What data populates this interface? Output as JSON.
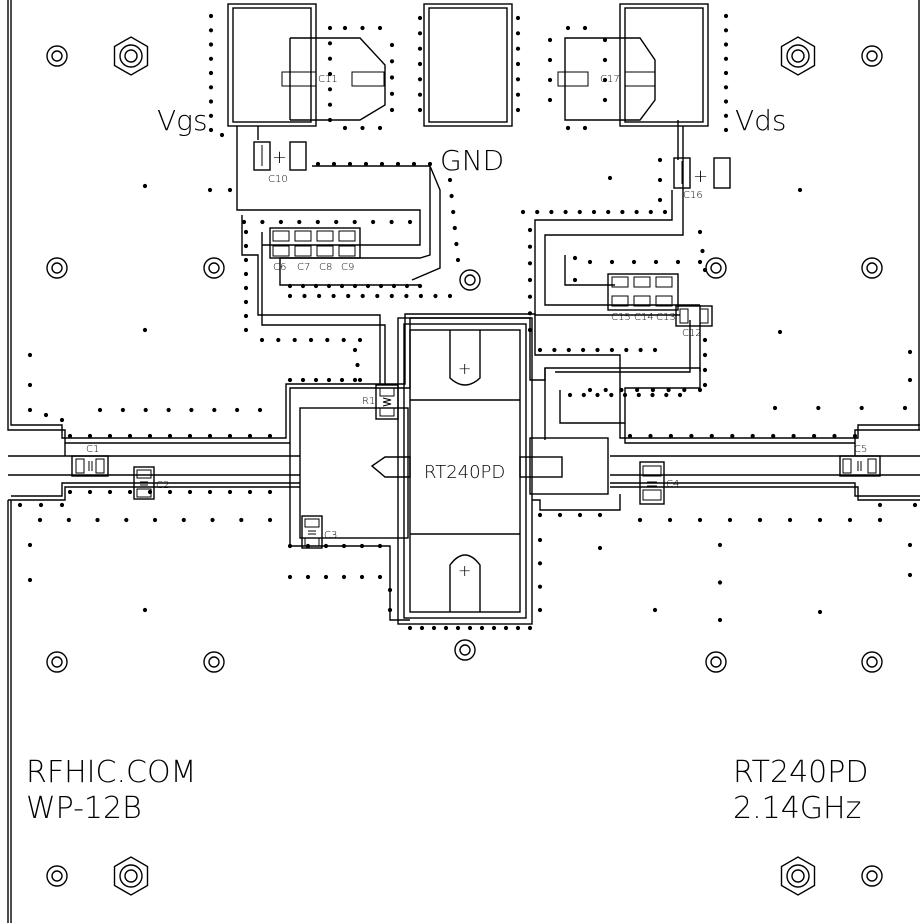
{
  "board": {
    "top_labels": {
      "vgs": "Vgs",
      "gnd": "GND",
      "vds": "Vds"
    },
    "ic_label": "RT240PD",
    "left_text": {
      "line1": "RFHIC.COM",
      "line2": "WP-12B"
    },
    "right_text": {
      "line1": "RT240PD",
      "line2": "2.14GHz"
    },
    "polarity_symbol": "+",
    "components": {
      "c1": "C1",
      "c2": "C2",
      "c3": "C3",
      "c4": "C4",
      "c5": "C5",
      "c6": "C6",
      "c7": "C7",
      "c8": "C8",
      "c9": "C9",
      "c10": "C10",
      "c11": "C11",
      "c12": "C12",
      "c13": "C13",
      "c14": "C14",
      "c15": "C15",
      "c16": "C16",
      "c17": "C17",
      "r1": "R1"
    }
  }
}
